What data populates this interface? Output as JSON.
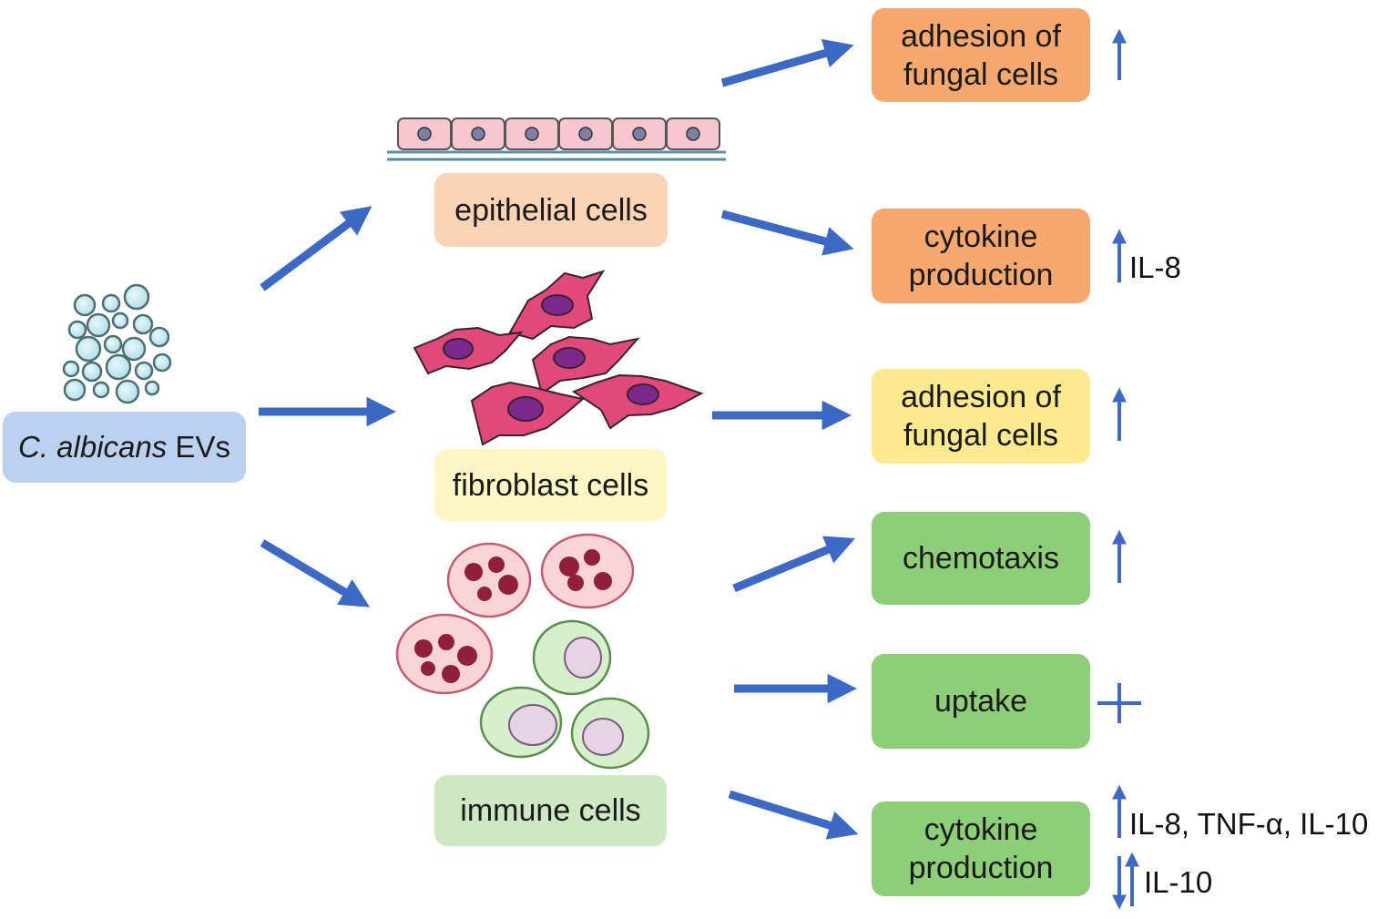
{
  "source": {
    "label_italic": "C. albicans",
    "label_rest": " EVs",
    "color": "#bcd0ef"
  },
  "cell_types": [
    {
      "id": "epithelial",
      "label": "epithelial cells",
      "color": "#fbd3b6"
    },
    {
      "id": "fibroblast",
      "label": "fibroblast cells",
      "color": "#fff6c5"
    },
    {
      "id": "immune",
      "label": "immune cells",
      "color": "#cde8c3"
    }
  ],
  "outcomes": [
    {
      "label": "adhesion of\nfungal cells",
      "color": "#f6a870",
      "effect": "up",
      "note": ""
    },
    {
      "label": "cytokine\nproduction",
      "color": "#f6a870",
      "effect": "up",
      "note": "IL-8"
    },
    {
      "label": "adhesion of\nfungal cells",
      "color": "#fde98f",
      "effect": "up",
      "note": ""
    },
    {
      "label": "chemotaxis",
      "color": "#8fce78",
      "effect": "up",
      "note": ""
    },
    {
      "label": "uptake",
      "color": "#8fce78",
      "effect": "plus",
      "note": ""
    },
    {
      "label": "cytokine\nproduction",
      "color": "#8fce78",
      "effect": "up",
      "note": "IL-8, TNF-α, IL-10",
      "note2_effect": "up-down",
      "note2": "IL-10"
    }
  ],
  "colors": {
    "arrow": "#3d69c5",
    "effect_arrow": "#3d69c5",
    "cell_pink": "#e0497a",
    "nucleus": "#7b2a8c"
  },
  "icons": [
    "vesicle-cluster-icon",
    "epithelium-icon",
    "fibroblast-icon",
    "immune-cell-icon",
    "up-arrow-icon",
    "plus-icon",
    "up-down-arrow-icon"
  ]
}
